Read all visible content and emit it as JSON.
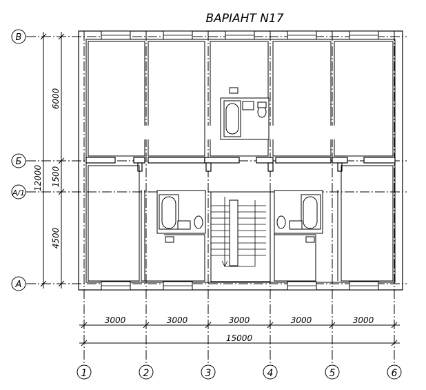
{
  "title": "ВАРІАНТ N17",
  "grid_cols": [
    "1",
    "2",
    "3",
    "4",
    "5",
    "6"
  ],
  "grid_rows": [
    "В",
    "Б",
    "А/1",
    "А"
  ],
  "dims_horizontal": [
    "3000",
    "3000",
    "3000",
    "3000",
    "3000"
  ],
  "dim_total_horizontal": "15000",
  "dims_vertical": [
    "6000",
    "1500",
    "4500"
  ],
  "dim_total_vertical": "12000"
}
